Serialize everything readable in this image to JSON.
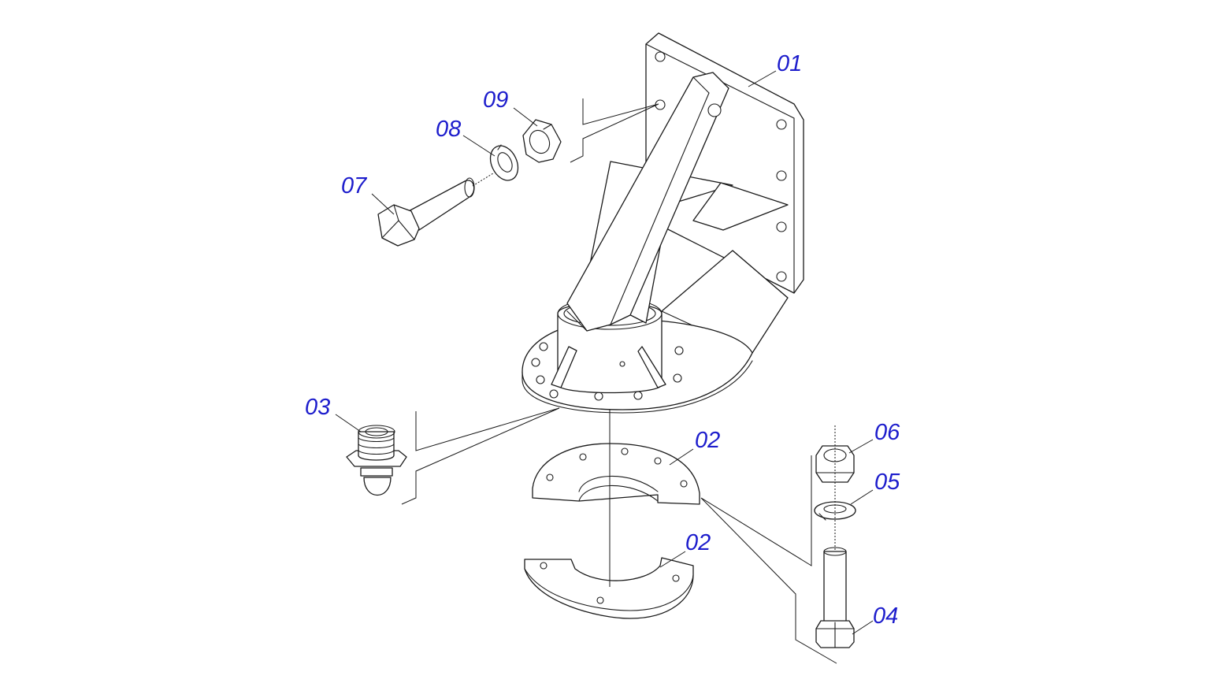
{
  "accent_color": "#1c1ccc",
  "callouts": [
    {
      "id": "c01",
      "label": "01"
    },
    {
      "id": "c02a",
      "label": "02"
    },
    {
      "id": "c02b",
      "label": "02"
    },
    {
      "id": "c03",
      "label": "03"
    },
    {
      "id": "c04",
      "label": "04"
    },
    {
      "id": "c05",
      "label": "05"
    },
    {
      "id": "c06",
      "label": "06"
    },
    {
      "id": "c07",
      "label": "07"
    },
    {
      "id": "c08",
      "label": "08"
    },
    {
      "id": "c09",
      "label": "09"
    }
  ]
}
